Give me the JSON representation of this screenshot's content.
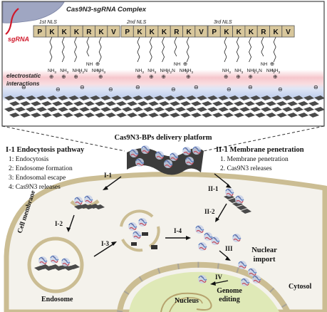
{
  "complex": {
    "title": "Cas9N3-sgRNA Complex",
    "sgrna_label": "sgRNA",
    "nls": [
      {
        "label": "1st NLS",
        "residues": [
          "P",
          "K",
          "K",
          "K",
          "R",
          "K",
          "V"
        ]
      },
      {
        "label": "2nd NLS",
        "residues": [
          "P",
          "K",
          "K",
          "K",
          "R",
          "K",
          "V"
        ]
      },
      {
        "label": "3rd NLS",
        "residues": [
          "P",
          "K",
          "K",
          "K",
          "R",
          "K",
          "V"
        ]
      }
    ],
    "electrostatic_label": "electrostatic\ninteractions",
    "nh3": "NH",
    "nh3_sub": "3",
    "nh2": "NH",
    "nh2_sub": "2",
    "h2n": "H",
    "h2n_sub": "2",
    "h2n_n": "N",
    "plus": "⊕",
    "minus": "⊖"
  },
  "platform": {
    "title": "Cas9N3-BPs delivery platform"
  },
  "pathway1": {
    "title": "I-1 Endocytosis pathway",
    "steps": [
      "1: Endocytosis",
      "2: Endosome formation",
      "3: Endosomal escape",
      "4: Cas9N3 releases"
    ]
  },
  "pathway2": {
    "title": "II-1 Membrane penetration",
    "steps": [
      "1. Membrane penetration",
      "2. Cas9N3 releases"
    ]
  },
  "step_labels": {
    "i1": "I-1",
    "i2": "I-2",
    "i3": "I-3",
    "i4": "I-4",
    "ii1": "II-1",
    "ii2": "II-2",
    "iii": "III",
    "iv": "IV"
  },
  "cell": {
    "membrane": "Cell membrane",
    "endosome": "Endosome",
    "nuclear_import": "Nuclear\nimport",
    "cytosol": "Cytosol",
    "nucleus": "Nucleus",
    "genome_editing": "Genome\nediting"
  },
  "colors": {
    "nls_fill": "#d8c79c",
    "membrane": "#cbbd93",
    "cell_interior": "#f4f2ec",
    "nucleus_fill": "#dfe9b7",
    "sgrna": "#d0192b",
    "protein_blue": "#5b7fbf",
    "protein_red": "#c34a5a",
    "sheet": "#4a4a4a"
  }
}
